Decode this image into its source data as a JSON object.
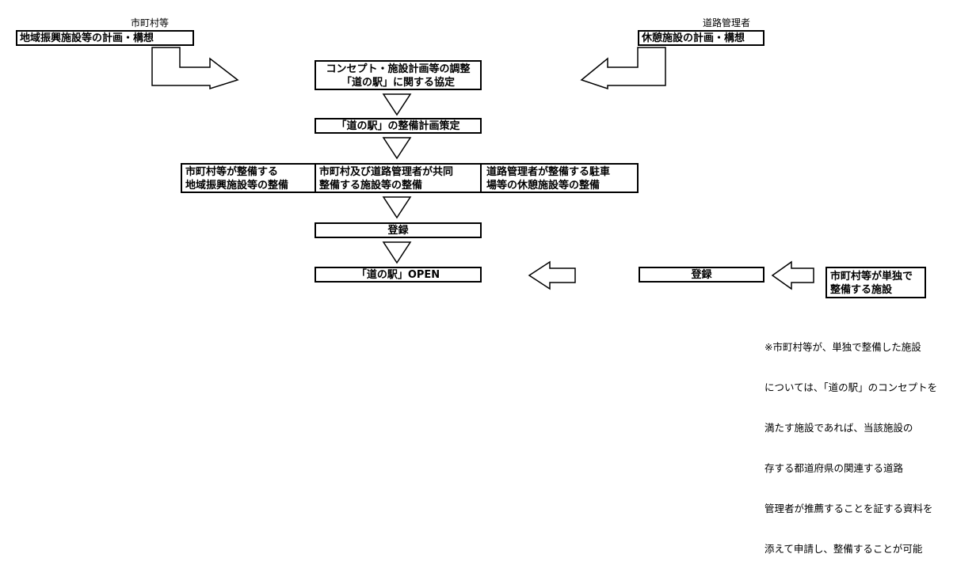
{
  "colors": {
    "line": "#000000",
    "fill": "#ffffff"
  },
  "municipality": {
    "label": "市町村等",
    "plan": "地域振興施設等の計画・構想"
  },
  "road_admin": {
    "label": "道路管理者",
    "plan": "休憩施設の計画・構想"
  },
  "coordination": {
    "line1": "コンセプト・施設計画等の調整",
    "line2": "「道の駅」に関する協定"
  },
  "master_plan": "「道の駅」の整備計画策定",
  "development": {
    "municipal": {
      "line1": "市町村等が整備する",
      "line2": "地域振興施設等の整備"
    },
    "joint": {
      "line1": "市町村及び道路管理者が共同",
      "line2": "整備する施設等の整備"
    },
    "road": {
      "line1": "道路管理者が整備する駐車",
      "line2": "場等の休憩施設等の整備"
    }
  },
  "registration": "登録",
  "open": "「道の駅」OPEN",
  "standalone": {
    "registration": "登録",
    "line1": "市町村等が単独で",
    "line2": "整備する施設"
  },
  "note": {
    "line1": "※市町村等が、単独で整備した施設",
    "line2": "については、「道の駅」のコンセプトを",
    "line3": "満たす施設であれば、当該施設の",
    "line4": "存する都道府県の関連する道路",
    "line5": "管理者が推薦することを証する資料を",
    "line6": "添えて申請し、整備することが可能"
  }
}
